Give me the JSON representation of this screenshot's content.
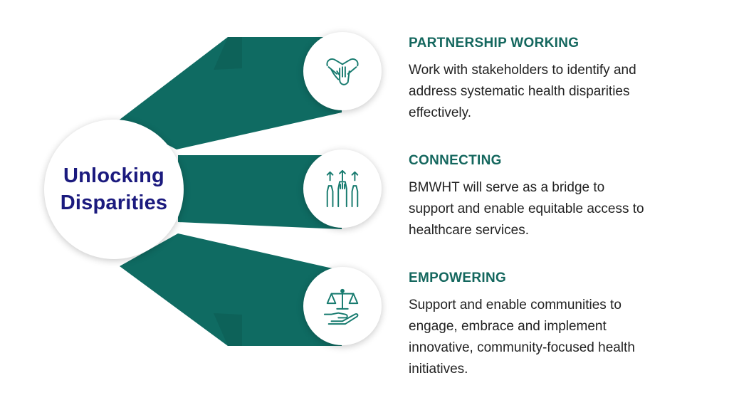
{
  "center": {
    "title_line1": "Unlocking",
    "title_line2": "Disparities"
  },
  "colors": {
    "teal": "#0f6b62",
    "teal_dark": "#0b524b",
    "heading": "#14675e",
    "hub_text": "#1b1a7e",
    "body_text": "#222222"
  },
  "items": [
    {
      "icon": "hands-together-icon",
      "heading": "PARTNERSHIP WORKING",
      "text": "Work with stakeholders to identify and\naddress systematic health disparities\neffectively."
    },
    {
      "icon": "raised-hands-arrows-icon",
      "heading": "CONNECTING",
      "text": "BMWHT will serve as a bridge to\nsupport and enable equitable access to\nhealthcare services."
    },
    {
      "icon": "scales-in-hand-icon",
      "heading": "EMPOWERING",
      "text": "Support and enable communities to\nengage, embrace and implement\ninnovative, community-focused health\ninitiatives."
    }
  ]
}
